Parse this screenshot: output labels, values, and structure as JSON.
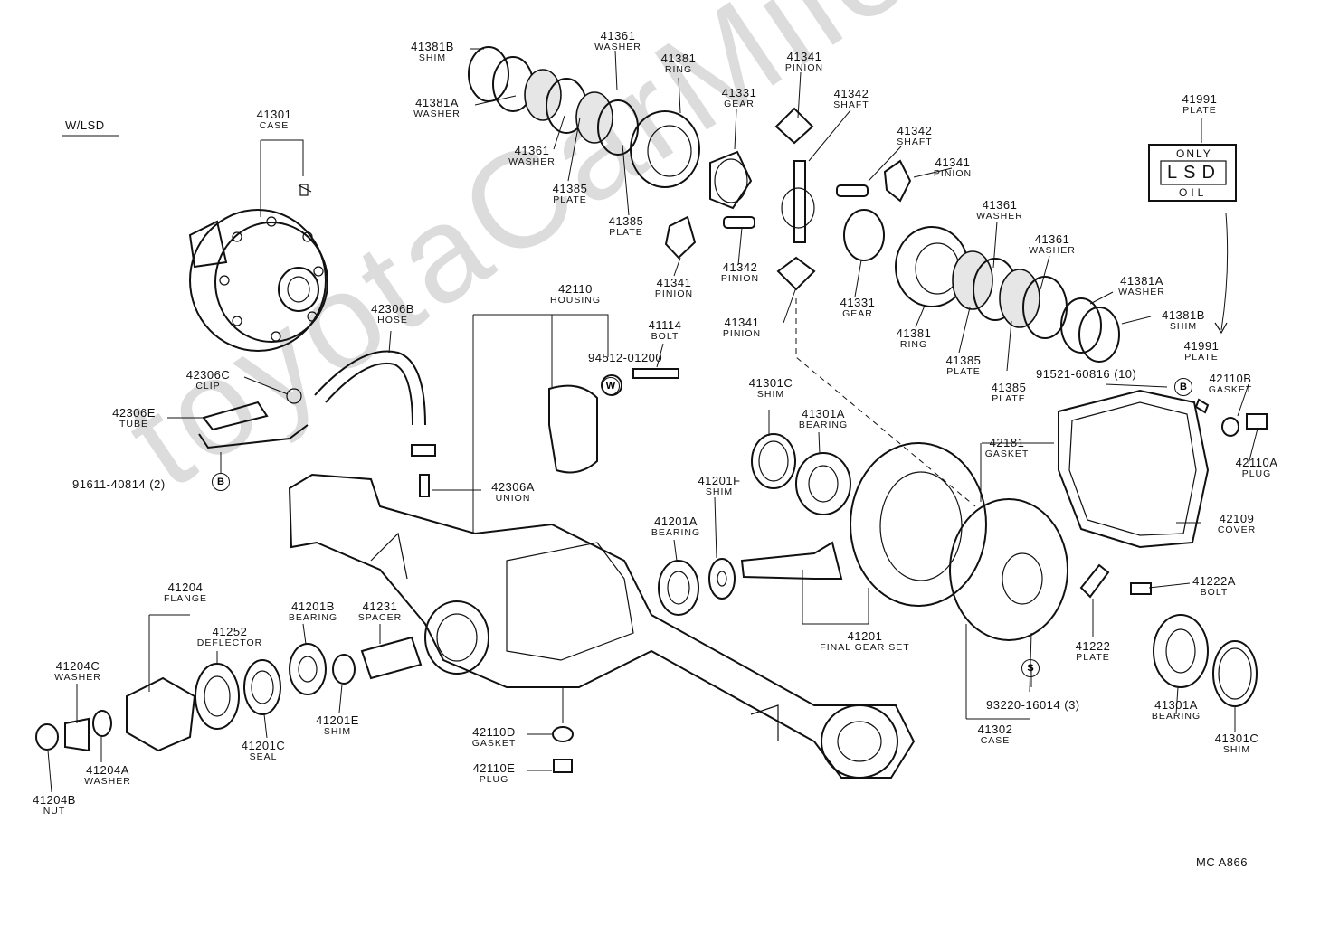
{
  "header": {
    "variant": "W/LSD"
  },
  "footer": {
    "code": "MC A866"
  },
  "watermark": {
    "text": "toyotaCarMile.ru"
  },
  "lsd_plate": {
    "line1": "ONLY",
    "line2": "LSD",
    "line3": "OIL"
  },
  "callouts": {
    "41301_case": {
      "num": "41301",
      "name": "CASE"
    },
    "41381B_top": {
      "num": "41381B",
      "name": "SHIM"
    },
    "41381A_top": {
      "num": "41381A",
      "name": "WASHER"
    },
    "41361_top": {
      "num": "41361",
      "name": "WASHER"
    },
    "41361_top2": {
      "num": "41361",
      "name": "WASHER"
    },
    "41381_top": {
      "num": "41381",
      "name": "RING"
    },
    "41385_top": {
      "num": "41385",
      "name": "PLATE"
    },
    "41385_top2": {
      "num": "41385",
      "name": "PLATE"
    },
    "41331_top": {
      "num": "41331",
      "name": "GEAR"
    },
    "41341_top": {
      "num": "41341",
      "name": "PINION"
    },
    "41342_top": {
      "num": "41342",
      "name": "SHAFT"
    },
    "41342_mid": {
      "num": "41342",
      "name": "SHAFT"
    },
    "41341_right": {
      "num": "41341",
      "name": "PINION"
    },
    "41341_left": {
      "num": "41341",
      "name": "PINION"
    },
    "41342_low": {
      "num": "41342",
      "name": "PINION"
    },
    "41341_low": {
      "num": "41341",
      "name": "PINION"
    },
    "41331_low": {
      "num": "41331",
      "name": "GEAR"
    },
    "41361_r1": {
      "num": "41361",
      "name": "WASHER"
    },
    "41361_r2": {
      "num": "41361",
      "name": "WASHER"
    },
    "41381A_r": {
      "num": "41381A",
      "name": "WASHER"
    },
    "41381B_r": {
      "num": "41381B",
      "name": "SHIM"
    },
    "41381_r": {
      "num": "41381",
      "name": "RING"
    },
    "41385_r1": {
      "num": "41385",
      "name": "PLATE"
    },
    "41385_r2": {
      "num": "41385",
      "name": "PLATE"
    },
    "41991_top": {
      "num": "41991",
      "name": "PLATE"
    },
    "41991_mid": {
      "num": "41991",
      "name": "PLATE"
    },
    "42306B": {
      "num": "42306B",
      "name": "HOSE"
    },
    "42306C": {
      "num": "42306C",
      "name": "CLIP"
    },
    "42306E": {
      "num": "42306E",
      "name": "TUBE"
    },
    "42306A": {
      "num": "42306A",
      "name": "UNION"
    },
    "42110": {
      "num": "42110",
      "name": "HOUSING"
    },
    "41114": {
      "num": "41114",
      "name": "BOLT"
    },
    "41301C_l": {
      "num": "41301C",
      "name": "SHIM"
    },
    "41301A_l": {
      "num": "41301A",
      "name": "BEARING"
    },
    "41201F": {
      "num": "41201F",
      "name": "SHIM"
    },
    "41201A": {
      "num": "41201A",
      "name": "BEARING"
    },
    "42181": {
      "num": "42181",
      "name": "GASKET"
    },
    "42110B": {
      "num": "42110B",
      "name": "GASKET"
    },
    "42110A": {
      "num": "42110A",
      "name": "PLUG"
    },
    "42109": {
      "num": "42109",
      "name": "COVER"
    },
    "41222A": {
      "num": "41222A",
      "name": "BOLT"
    },
    "41222": {
      "num": "41222",
      "name": "PLATE"
    },
    "41301A_r": {
      "num": "41301A",
      "name": "BEARING"
    },
    "41301C_r": {
      "num": "41301C",
      "name": "SHIM"
    },
    "41302": {
      "num": "41302",
      "name": "CASE"
    },
    "41201": {
      "num": "41201",
      "name": "FINAL GEAR SET"
    },
    "41204": {
      "num": "41204",
      "name": "FLANGE"
    },
    "41252": {
      "num": "41252",
      "name": "DEFLECTOR"
    },
    "41201B": {
      "num": "41201B",
      "name": "BEARING"
    },
    "41231": {
      "num": "41231",
      "name": "SPACER"
    },
    "41204C": {
      "num": "41204C",
      "name": "WASHER"
    },
    "41201E": {
      "num": "41201E",
      "name": "SHIM"
    },
    "41201C": {
      "num": "41201C",
      "name": "SEAL"
    },
    "41204A": {
      "num": "41204A",
      "name": "WASHER"
    },
    "41204B": {
      "num": "41204B",
      "name": "NUT"
    },
    "42110D": {
      "num": "42110D",
      "name": "GASKET"
    },
    "42110E": {
      "num": "42110E",
      "name": "PLUG"
    }
  },
  "fasteners": {
    "p91611": {
      "num": "91611-40814 (2)",
      "mark": "B"
    },
    "p94512": {
      "num": "94512-01200",
      "mark": "W"
    },
    "p91521": {
      "num": "91521-60816 (10)",
      "mark": "B"
    },
    "p93220": {
      "num": "93220-16014 (3)",
      "mark": "S"
    }
  }
}
